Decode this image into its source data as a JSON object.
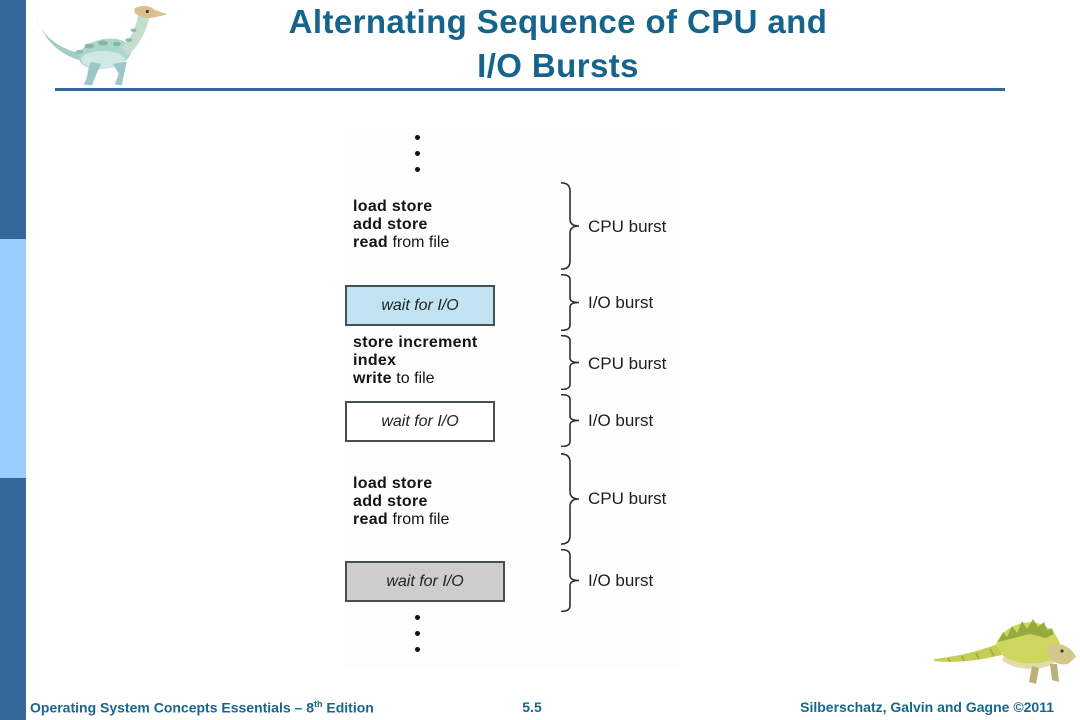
{
  "slide": {
    "title_line1": "Alternating Sequence of CPU and",
    "title_line2": "I/O Bursts"
  },
  "colors": {
    "accent_text": "#16648c",
    "sidebar_dark": "#336699",
    "sidebar_light": "#99ccff",
    "title_rule": "#336699",
    "wait_box_blue": "#c2e4f2",
    "wait_box_white": "#ffffff",
    "wait_box_gray": "#cdcdcd"
  },
  "diagram": {
    "code_blocks": [
      {
        "lines": [
          {
            "bold": "load store",
            "rest": ""
          },
          {
            "bold": "add store",
            "rest": ""
          },
          {
            "bold": "read",
            "rest": " from file"
          }
        ]
      },
      {
        "lines": [
          {
            "bold": "store increment",
            "rest": ""
          },
          {
            "bold": "index",
            "rest": ""
          },
          {
            "bold": "write",
            "rest": " to file"
          }
        ]
      },
      {
        "lines": [
          {
            "bold": "load store",
            "rest": ""
          },
          {
            "bold": "add store",
            "rest": ""
          },
          {
            "bold": "read",
            "rest": " from file"
          }
        ]
      }
    ],
    "wait_boxes": [
      {
        "label": "wait for I/O",
        "fill": "#c2e4f2"
      },
      {
        "label": "wait for I/O",
        "fill": "#ffffff"
      },
      {
        "label": "wait for I/O",
        "fill": "#cdcdcd"
      }
    ],
    "burst_labels": [
      "CPU burst",
      "I/O burst",
      "CPU burst",
      "I/O burst",
      "CPU burst",
      "I/O burst"
    ]
  },
  "footer": {
    "book_title": "Operating System Concepts Essentials – 8",
    "edition_superscript": "th",
    "edition_rest": " Edition",
    "page_number": "5.5",
    "credits": "Silberschatz, Galvin and Gagne ©2011"
  },
  "icons": {
    "top_logo": "dinosaur-logo",
    "bottom_logo": "dinosaur-logo"
  }
}
